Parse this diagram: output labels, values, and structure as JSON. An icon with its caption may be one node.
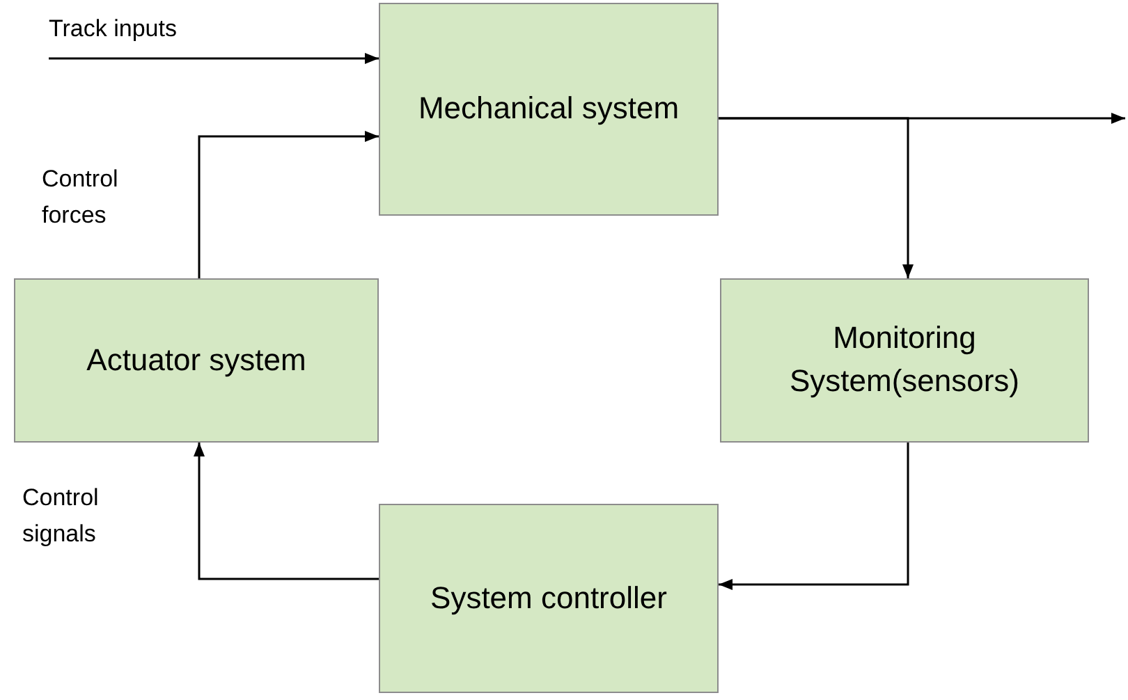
{
  "diagram": {
    "nodes": [
      {
        "text": [
          "Mechanical system"
        ]
      },
      {
        "text": [
          "Actuator system"
        ]
      },
      {
        "text": [
          "Monitoring System(sensors)"
        ]
      },
      {
        "text": [
          "System controller"
        ]
      }
    ],
    "edges": [
      {
        "from": null,
        "to": 0,
        "arrow": "to",
        "label": "Track inputs"
      },
      {
        "from": 1,
        "to": 0,
        "arrow": "to",
        "label": "Control forces"
      },
      {
        "from": 0,
        "to": null,
        "arrow": "to"
      },
      {
        "from": 0,
        "to": 2,
        "arrow": "to"
      },
      {
        "from": 2,
        "to": 3,
        "arrow": "to"
      },
      {
        "from": 3,
        "to": 1,
        "arrow": "to",
        "label": "Control signals"
      }
    ]
  }
}
